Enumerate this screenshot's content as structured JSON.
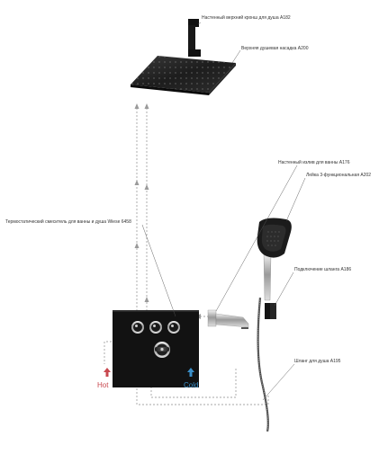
{
  "labels": {
    "arm": "Настенный верхний кронш для душа A182",
    "shower_head": "Верхняя душевая насадка A200",
    "spout_holder": "Настенный излив для ванны A176",
    "hand_shower": "Лейка 3-функциональная A202",
    "mixer": "Термостатический смеситель для ванны и душа Wiese 6458",
    "hose_connection": "Подключение шланга A186",
    "hose": "Шланг для душа A195"
  },
  "temps": {
    "hot": "Hot",
    "cold": "Cold"
  },
  "colors": {
    "hot": "#c8484f",
    "cold": "#3a8fc9",
    "product": "#141414",
    "line": "#888888",
    "leader": "#555555"
  }
}
